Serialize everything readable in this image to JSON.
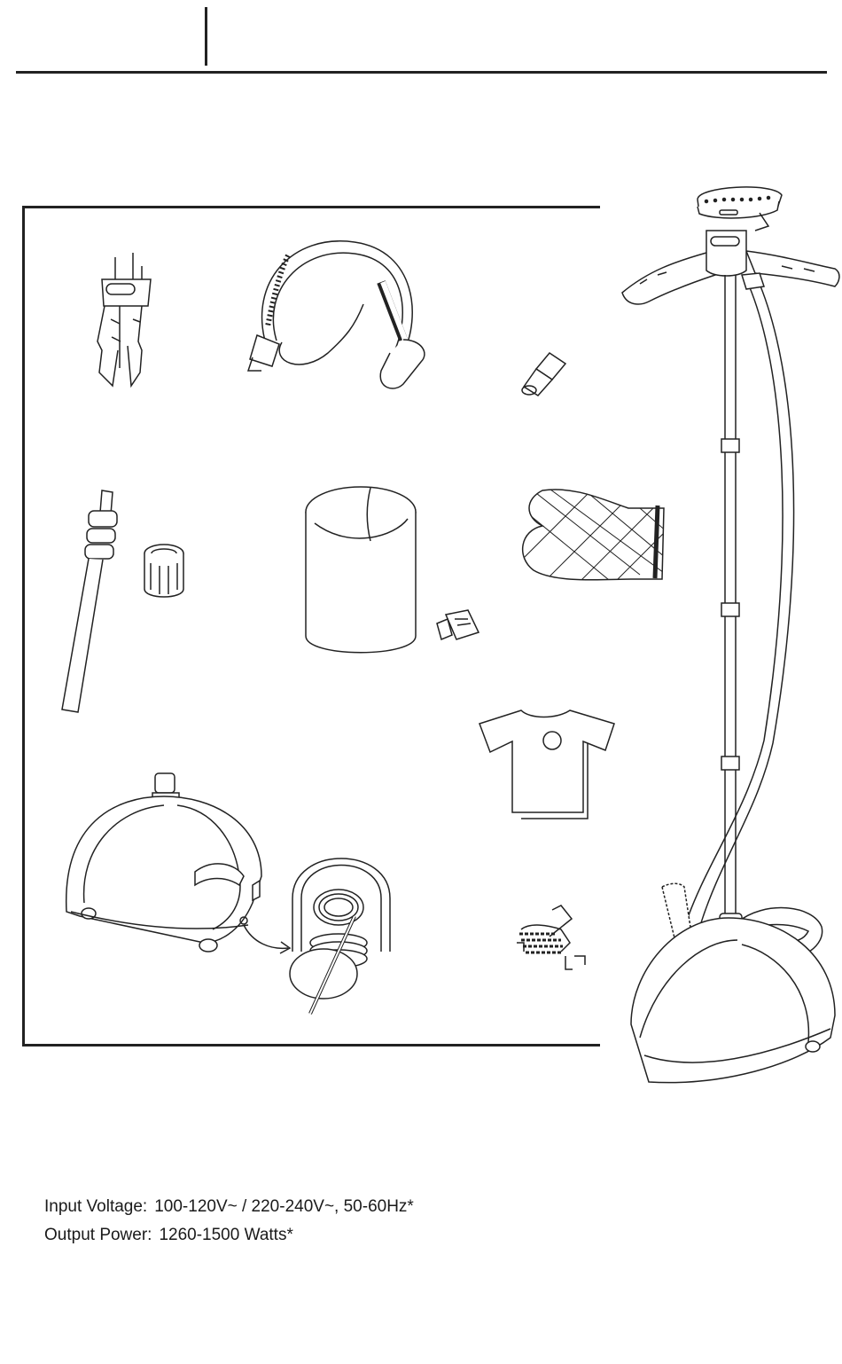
{
  "specs": {
    "input_voltage": {
      "label": "Input Voltage:",
      "value": "100-120V~ / 220-240V~, 50-60Hz*"
    },
    "output_power": {
      "label": "Output Power:",
      "value": "1260-1500 Watts*"
    }
  },
  "colors": {
    "ink": "#1a1a1a",
    "paper": "#ffffff"
  }
}
